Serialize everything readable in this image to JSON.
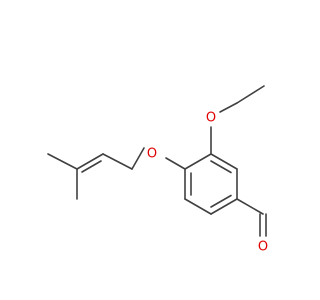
{
  "molecule": {
    "atoms": [
      {
        "symbol": "O",
        "color": "#e00000"
      },
      {
        "symbol": "O",
        "color": "#e00000"
      },
      {
        "symbol": "O",
        "color": "#e00000"
      }
    ],
    "bond_color": "#404040"
  }
}
